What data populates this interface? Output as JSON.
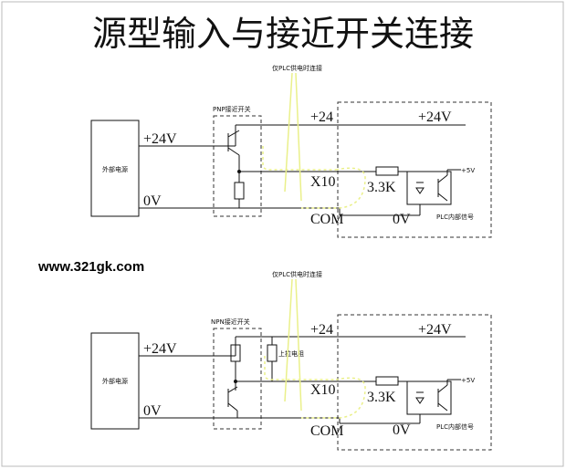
{
  "title": "源型输入与接近开关连接",
  "watermark": "www.321gk.com",
  "top": {
    "note": "仅PLC供电时连接",
    "switch_label": "PNP接近开关",
    "ext_power": "外部电源",
    "plus24v_left": "+24V",
    "zero_v_left": "0V",
    "plus24": "+24",
    "plus24v_right": "+24V",
    "x10": "X10",
    "com": "COM",
    "res": "3.3K",
    "zero_v_right": "0V",
    "plus5v": "+5V",
    "plc_signal": "PLC内部信号"
  },
  "bottom": {
    "note": "仅PLC供电时连接",
    "switch_label": "NPN接近开关",
    "pullup": "上拉电阻",
    "ext_power": "外部电源",
    "plus24v_left": "+24V",
    "zero_v_left": "0V",
    "plus24": "+24",
    "plus24v_right": "+24V",
    "x10": "X10",
    "com": "COM",
    "res": "3.3K",
    "zero_v_right": "0V",
    "plus5v": "+5V",
    "plc_signal": "PLC内部信号"
  },
  "colors": {
    "line": "#111111",
    "current_path": "#eaf08a",
    "background": "#ffffff"
  }
}
